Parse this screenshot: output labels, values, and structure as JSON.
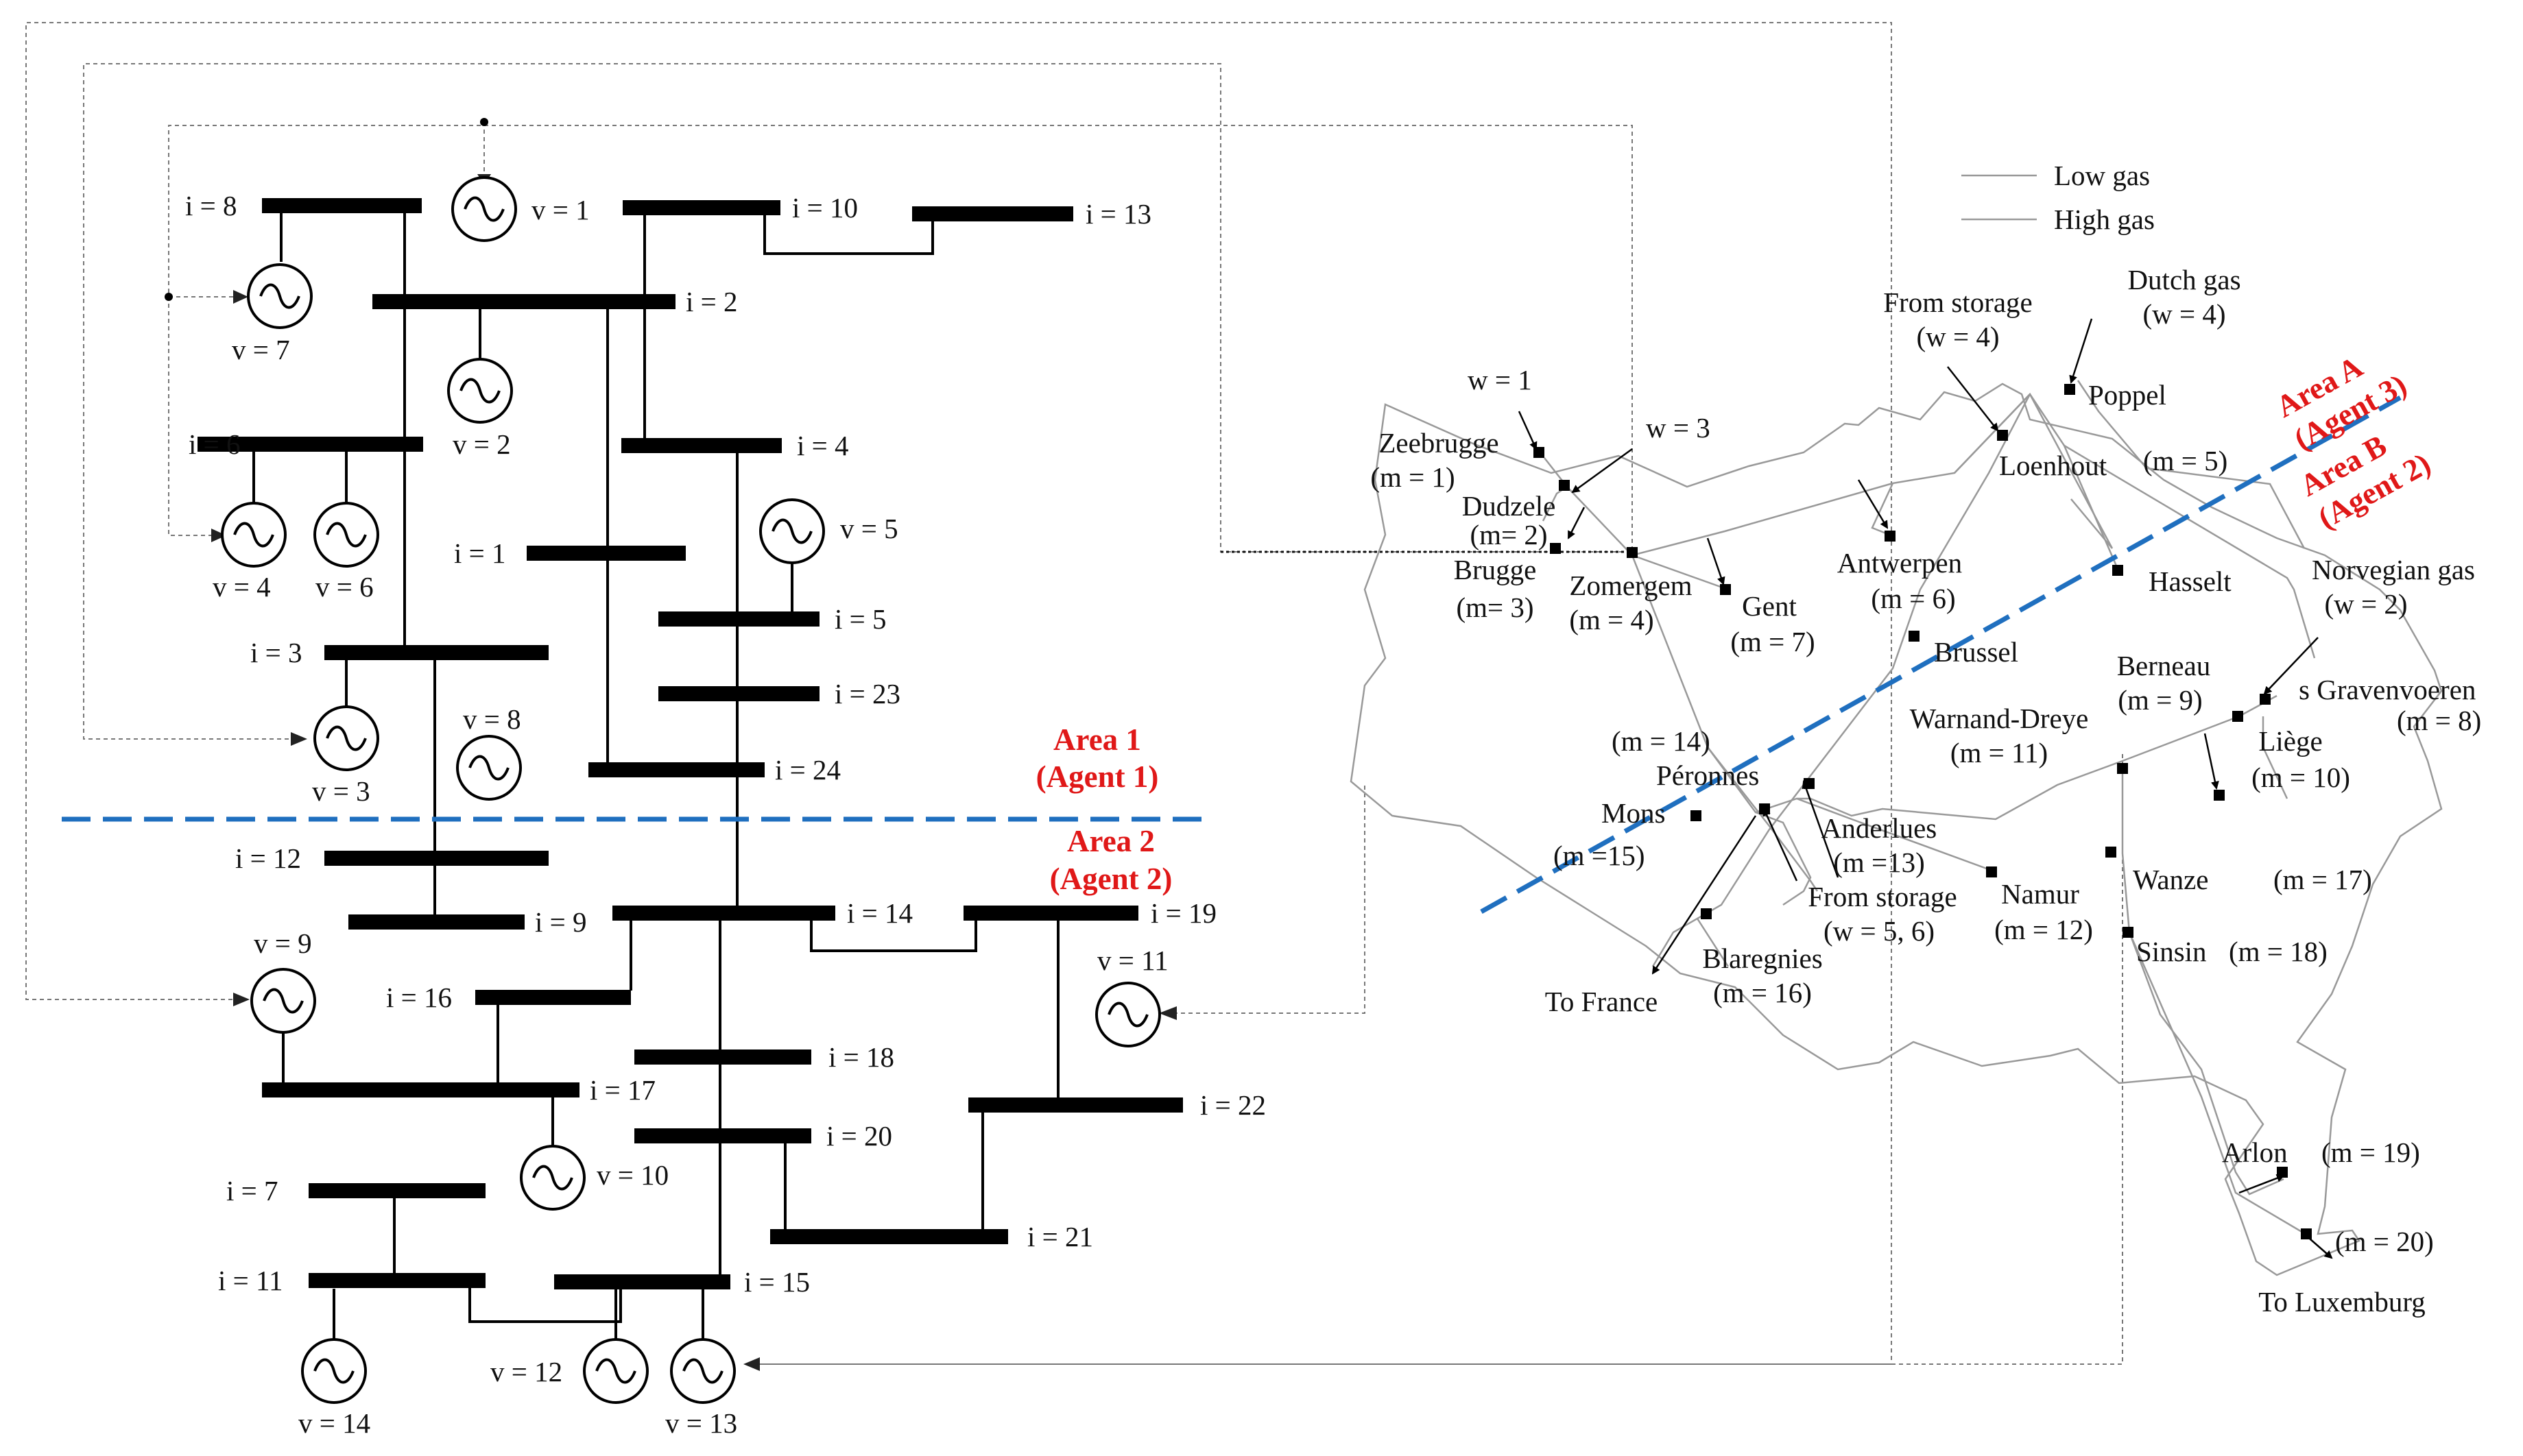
{
  "buses": [
    {
      "id": "8",
      "label": "i = 8"
    },
    {
      "id": "10",
      "label": "i = 10"
    },
    {
      "id": "13",
      "label": "i = 13"
    },
    {
      "id": "2",
      "label": "i = 2"
    },
    {
      "id": "6",
      "label": "i = 6"
    },
    {
      "id": "4",
      "label": "i = 4"
    },
    {
      "id": "1",
      "label": "i = 1"
    },
    {
      "id": "5",
      "label": "i = 5"
    },
    {
      "id": "3",
      "label": "i = 3"
    },
    {
      "id": "23",
      "label": "i = 23"
    },
    {
      "id": "24",
      "label": "i = 24"
    },
    {
      "id": "12",
      "label": "i = 12"
    },
    {
      "id": "9",
      "label": "i = 9"
    },
    {
      "id": "14",
      "label": "i = 14"
    },
    {
      "id": "19",
      "label": "i = 19"
    },
    {
      "id": "16",
      "label": "i = 16"
    },
    {
      "id": "18",
      "label": "i = 18"
    },
    {
      "id": "17",
      "label": "i = 17"
    },
    {
      "id": "22",
      "label": "i = 22"
    },
    {
      "id": "20",
      "label": "i = 20"
    },
    {
      "id": "7",
      "label": "i = 7"
    },
    {
      "id": "21",
      "label": "i = 21"
    },
    {
      "id": "11",
      "label": "i = 11"
    },
    {
      "id": "15",
      "label": "i = 15"
    }
  ],
  "generators": [
    {
      "id": "1",
      "label": "v = 1"
    },
    {
      "id": "7",
      "label": "v = 7"
    },
    {
      "id": "2",
      "label": "v = 2"
    },
    {
      "id": "4",
      "label": "v = 4"
    },
    {
      "id": "6",
      "label": "v = 6"
    },
    {
      "id": "5",
      "label": "v = 5"
    },
    {
      "id": "8",
      "label": "v = 8"
    },
    {
      "id": "3",
      "label": "v = 3"
    },
    {
      "id": "9",
      "label": "v = 9"
    },
    {
      "id": "11",
      "label": "v = 11"
    },
    {
      "id": "10",
      "label": "v = 10"
    },
    {
      "id": "14",
      "label": "v = 14"
    },
    {
      "id": "12",
      "label": "v = 12"
    },
    {
      "id": "13",
      "label": "v = 13"
    }
  ],
  "areas": {
    "area1": [
      "Area 1",
      "(Agent 1)"
    ],
    "area2": [
      "Area 2",
      "(Agent 2)"
    ],
    "areaA": [
      "Area A",
      "(Agent 3)"
    ],
    "areaB": [
      "Area B",
      "(Agent 2)"
    ]
  },
  "legend": {
    "low": "Low gas",
    "high": "High gas"
  },
  "gas_labels": {
    "dutch": [
      "Dutch gas",
      "(w = 4)"
    ],
    "fromstorage1": [
      "From storage",
      "(w = 4)"
    ],
    "poppel": "Poppel",
    "w1": "w = 1",
    "w3": "w = 3",
    "zeebrugge": [
      "Zeebrugge",
      "(m = 1)"
    ],
    "dudzele": [
      "Dudzele",
      "(m= 2)"
    ],
    "brugge": [
      "Brugge",
      "(m= 3)"
    ],
    "loenhout": "Loenhout",
    "m5": "(m = 5)",
    "zomergem": [
      "Zomergem",
      "(m = 4)"
    ],
    "gent": [
      "Gent",
      "(m = 7)"
    ],
    "antwerpen": [
      "Antwerpen",
      "(m = 6)"
    ],
    "hasselt": "Hasselt",
    "norvegian": [
      "Norvegian gas",
      "(w = 2)"
    ],
    "brussel": "Brussel",
    "berneau": [
      "Berneau",
      "(m = 9)"
    ],
    "sgraven": "s Gravenvoeren",
    "m8": "(m = 8)",
    "warnand": [
      "Warnand-Dreye",
      "(m = 11)"
    ],
    "liege": [
      "Liège",
      "(m = 10)"
    ],
    "m14": "(m = 14)",
    "peronnes": "Péronnes",
    "mons": "Mons",
    "m15": "(m =15)",
    "anderlues": [
      "Anderlues",
      "(m =13)"
    ],
    "namur": [
      "Namur",
      "(m = 12)"
    ],
    "wanze": "Wanze",
    "m17": "(m = 17)",
    "fromstorage2": [
      "From storage",
      "(w = 5, 6)"
    ],
    "sinsin": "Sinsin",
    "m18": "(m = 18)",
    "blaregnies": [
      "Blaregnies",
      "(m = 16)"
    ],
    "tofrance": "To France",
    "arlon": "Arlon",
    "m19": "(m = 19)",
    "m20": "(m = 20)",
    "tolux": "To Luxemburg"
  }
}
